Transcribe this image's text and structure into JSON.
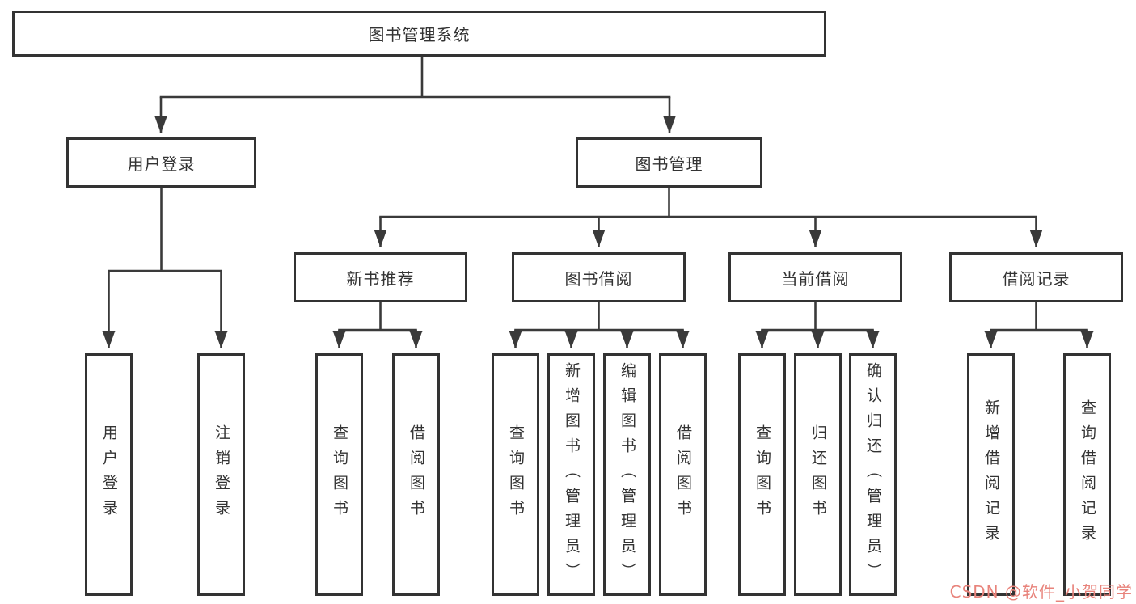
{
  "colors": {
    "line": "#3a3a3a",
    "border": "#333333",
    "text": "#333333",
    "background": "#ffffff",
    "watermark": "#e8837b"
  },
  "tree": {
    "root": {
      "label": "图书管理系统"
    },
    "branches": [
      {
        "label": "用户登录",
        "leaves": [
          "用户登录",
          "注销登录"
        ]
      },
      {
        "label": "图书管理",
        "children": [
          {
            "label": "新书推荐",
            "leaves": [
              "查询图书",
              "借阅图书"
            ]
          },
          {
            "label": "图书借阅",
            "leaves": [
              "查询图书",
              "新增图书（管理员）",
              "编辑图书（管理员）",
              "借阅图书"
            ]
          },
          {
            "label": "当前借阅",
            "leaves": [
              "查询图书",
              "归还图书",
              "确认归还（管理员）"
            ]
          },
          {
            "label": "借阅记录",
            "leaves": [
              "新增借阅记录",
              "查询借阅记录"
            ]
          }
        ]
      }
    ]
  },
  "watermark": {
    "text": "CSDN @软件_小贺同学"
  }
}
